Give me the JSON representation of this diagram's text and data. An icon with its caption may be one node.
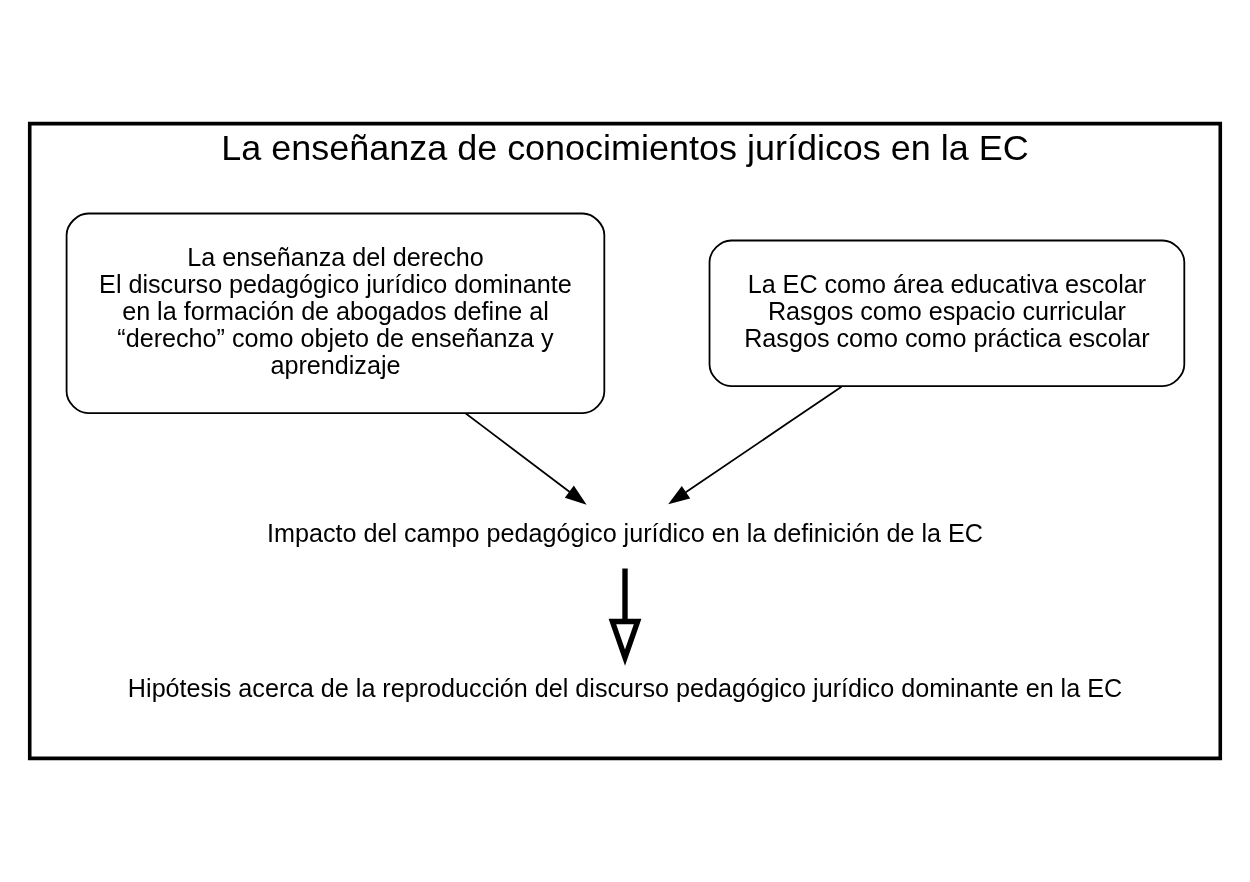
{
  "diagram": {
    "nodes": [
      {
        "text": [
          "La enseñanza de conocimientos jurídicos en la EC"
        ]
      },
      {
        "text": [
          "La EC como área educativa escolar",
          "Rasgos como espacio curricular",
          "Rasgos como como práctica escolar"
        ],
        "in": 0
      },
      {
        "text": [
          "La enseñanza del derecho",
          "El discurso pedagógico jurídico dominante en la formación de abogados define al “derecho” como objeto de enseñanza y aprendizaje"
        ],
        "in": 0
      },
      {
        "text": [
          "Impacto del campo pedagógico jurídico en la definición de la EC"
        ],
        "in": 0
      },
      {
        "text": [
          "Hipótesis acerca de la reproducción del discurso pedagógico jurídico dominante en la EC"
        ],
        "in": 0
      }
    ],
    "edges": [
      {
        "from": 1,
        "to": 3,
        "arrow": "to"
      },
      {
        "from": 2,
        "to": 3,
        "arrow": "to"
      },
      {
        "from": 3,
        "to": 4,
        "arrow": "to",
        "style": "thick"
      }
    ]
  }
}
